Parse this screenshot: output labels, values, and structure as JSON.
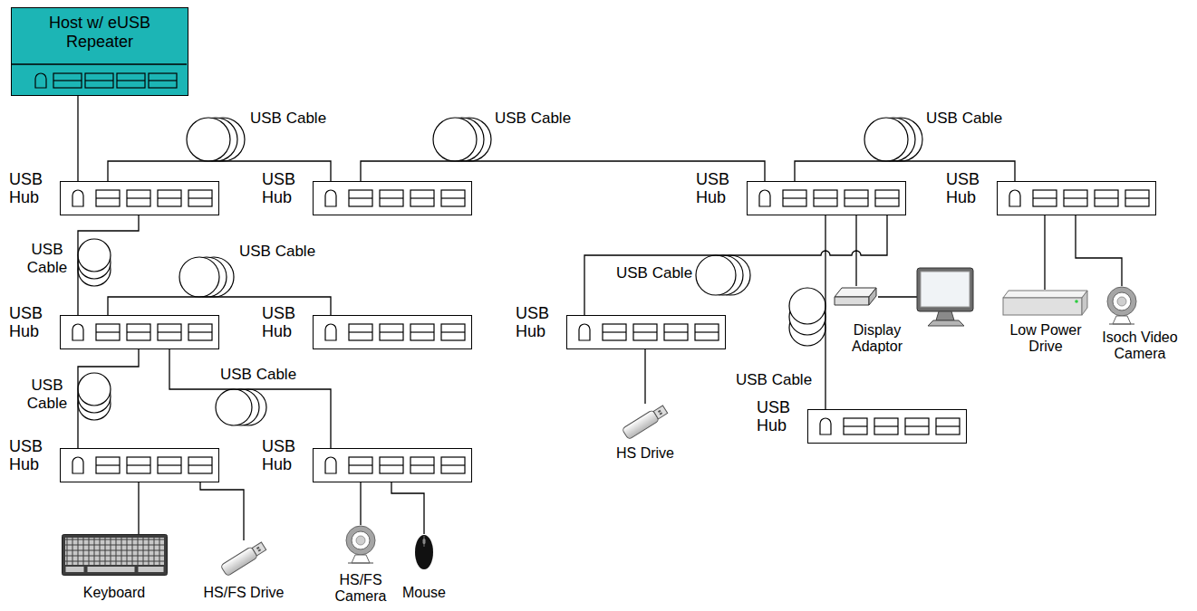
{
  "diagram": {
    "nodes": [
      {
        "text": [
          "Host w/ eUSB Repeater"
        ]
      },
      {
        "text": [
          "USB Hub"
        ]
      },
      {
        "text": [
          "USB Hub"
        ]
      },
      {
        "text": [
          "USB Hub"
        ]
      },
      {
        "text": [
          "USB Hub"
        ]
      },
      {
        "text": [
          "USB Hub"
        ]
      },
      {
        "text": [
          "USB Hub"
        ]
      },
      {
        "text": [
          "USB Hub"
        ]
      },
      {
        "text": [
          "Display Adaptor"
        ]
      },
      {
        "text": [
          "Low Power Drive"
        ]
      },
      {
        "text": [
          "Isoch Video Camera"
        ]
      },
      {
        "text": [
          "HS Drive"
        ]
      },
      {
        "text": [
          "USB Hub"
        ]
      },
      {
        "text": [
          "USB Hub"
        ]
      },
      {
        "text": [
          "USB Hub"
        ]
      },
      {
        "text": [
          "Keyboard"
        ]
      },
      {
        "text": [
          "HS/FS Drive"
        ]
      },
      {
        "text": [
          "HS/FS Camera"
        ]
      },
      {
        "text": [
          "Mouse"
        ]
      }
    ],
    "edges": [
      {
        "from": 1,
        "to": 0,
        "arrow": "to"
      },
      {
        "from": 2,
        "to": 1,
        "arrow": "to"
      },
      {
        "from": 3,
        "to": 2,
        "arrow": "to"
      },
      {
        "from": 4,
        "to": 3,
        "arrow": "to"
      },
      {
        "from": 5,
        "to": 1,
        "arrow": "to"
      },
      {
        "from": 6,
        "to": 5,
        "arrow": "to"
      },
      {
        "from": 13,
        "to": 5,
        "arrow": "to"
      },
      {
        "from": 14,
        "to": 5,
        "arrow": "to"
      },
      {
        "from": 7,
        "to": 3,
        "arrow": "to"
      },
      {
        "from": 12,
        "to": 3,
        "arrow": "to"
      },
      {
        "from": 8,
        "to": 3,
        "arrow": "to"
      },
      {
        "from": 9,
        "to": 4,
        "arrow": "to"
      },
      {
        "from": 10,
        "to": 4,
        "arrow": "to"
      },
      {
        "from": 11,
        "to": 7,
        "arrow": "to"
      },
      {
        "from": 15,
        "to": 13,
        "arrow": "to"
      },
      {
        "from": 16,
        "to": 13,
        "arrow": "to"
      },
      {
        "from": 17,
        "to": 14,
        "arrow": "to"
      },
      {
        "from": 18,
        "to": 14,
        "arrow": "to"
      }
    ],
    "labels": [
      "USB Cable",
      "USB Cable",
      "USB Cable",
      "USB Cable",
      "USB Cable",
      "USB Cable",
      "USB Cable",
      "USB Cable",
      "USB Cable"
    ]
  }
}
